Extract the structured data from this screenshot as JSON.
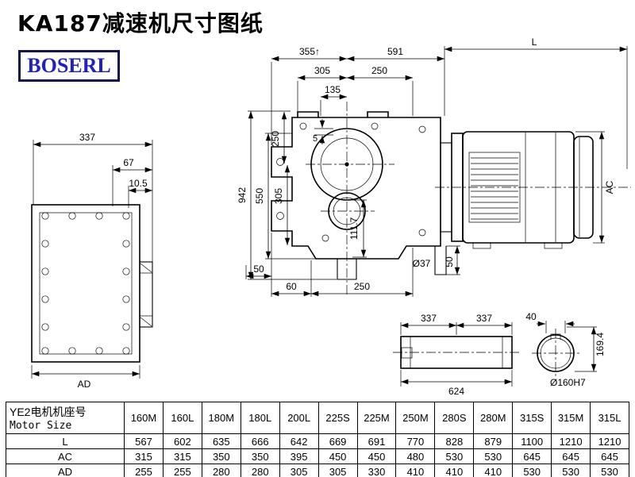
{
  "header": {
    "title": "KA187减速机尺寸图纸",
    "logo": "BOSERL"
  },
  "dims": {
    "flange_337": "337",
    "flange_67": "67",
    "flange_105": "10.5",
    "flange_ad": "AD",
    "top_355": "355↑",
    "top_591": "591",
    "top_L": "L",
    "top_305": "305",
    "top_250": "250",
    "top_135": "135",
    "left_942": "942",
    "left_550": "550",
    "left_250": "250",
    "left_305": "305",
    "small_5": "5",
    "mid_1117": "111.7",
    "bot_50l": "50",
    "bot_60": "60",
    "bot_250": "250",
    "bot_phi37": "Ø37",
    "bot_50r": "50",
    "right_ac": "AC",
    "shaft_337a": "337",
    "shaft_337b": "337",
    "shaft_624": "624",
    "end_40": "40",
    "end_1694": "169.4",
    "end_phi160": "Ø160H7"
  },
  "table": {
    "header_cn": "YE2电机机座号",
    "header_en": "Motor Size",
    "columns": [
      "160M",
      "160L",
      "180M",
      "180L",
      "200L",
      "225S",
      "225M",
      "250M",
      "280S",
      "280M",
      "315S",
      "315M",
      "315L"
    ],
    "rows": [
      {
        "label": "L",
        "values": [
          "567",
          "602",
          "635",
          "666",
          "642",
          "669",
          "691",
          "770",
          "828",
          "879",
          "1100",
          "1210",
          "1210"
        ]
      },
      {
        "label": "AC",
        "values": [
          "315",
          "315",
          "350",
          "350",
          "395",
          "450",
          "450",
          "480",
          "530",
          "530",
          "645",
          "645",
          "645"
        ]
      },
      {
        "label": "AD",
        "values": [
          "255",
          "255",
          "280",
          "280",
          "305",
          "305",
          "330",
          "410",
          "410",
          "410",
          "530",
          "530",
          "530"
        ]
      }
    ]
  }
}
